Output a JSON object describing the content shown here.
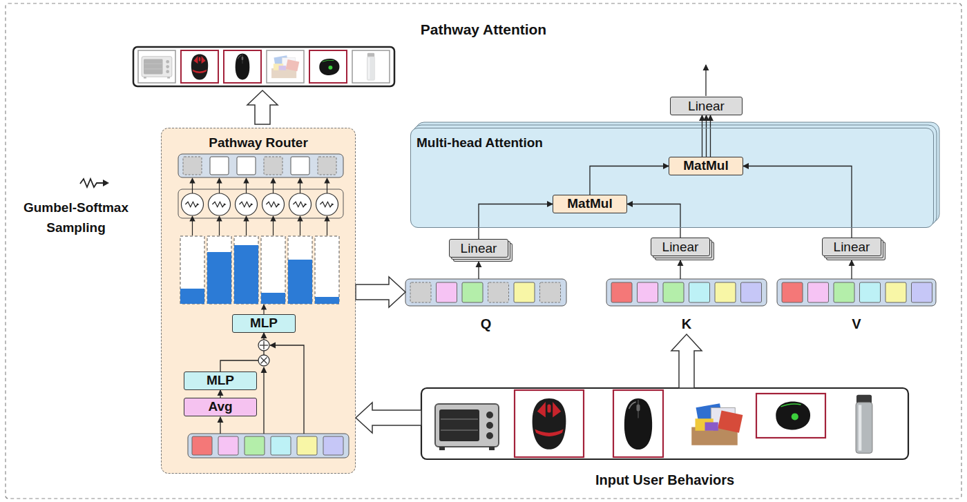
{
  "diagram": {
    "title": "Pathway Attention",
    "nodes": [
      {
        "text": [
          "Pathway Router"
        ]
      },
      {
        "text": [
          "MLP"
        ],
        "in": 0
      },
      {
        "text": [
          "MLP"
        ],
        "in": 0
      },
      {
        "text": [
          "Avg"
        ],
        "in": 0
      },
      {
        "text": [
          "Linear"
        ]
      },
      {
        "text": [
          "Multi-head Attention"
        ]
      },
      {
        "text": [
          "MatMul"
        ],
        "in": 5
      },
      {
        "text": [
          "MatMul"
        ],
        "in": 5
      },
      {
        "text": [
          "Linear"
        ]
      },
      {
        "text": [
          "Linear"
        ]
      },
      {
        "text": [
          "Linear"
        ]
      },
      {
        "text": [
          "Q"
        ]
      },
      {
        "text": [
          "K"
        ]
      },
      {
        "text": [
          "V"
        ]
      },
      {
        "text": [
          "Input User Behaviors"
        ]
      }
    ],
    "edges": [
      {
        "from": 3,
        "to": 2,
        "arrow": "to"
      },
      {
        "from": 2,
        "to": 1,
        "arrow": "to"
      },
      {
        "from": 6,
        "to": 4,
        "arrow": "to"
      },
      {
        "from": 7,
        "to": 6,
        "arrow": "to"
      },
      {
        "from": 8,
        "to": 7,
        "arrow": "to"
      },
      {
        "from": 9,
        "to": 7,
        "arrow": "to"
      },
      {
        "from": 10,
        "to": 6,
        "arrow": "to"
      },
      {
        "from": 11,
        "to": 8,
        "arrow": "to"
      },
      {
        "from": 12,
        "to": 9,
        "arrow": "to"
      },
      {
        "from": 13,
        "to": 10,
        "arrow": "to"
      },
      {
        "from": 14,
        "to": 0,
        "arrow": "to"
      },
      {
        "from": 0,
        "to": 11,
        "arrow": "to"
      },
      {
        "from": 14,
        "to": 12,
        "arrow": "to"
      }
    ],
    "labels": [
      "Gumbel-Softmax Sampling"
    ]
  }
}
